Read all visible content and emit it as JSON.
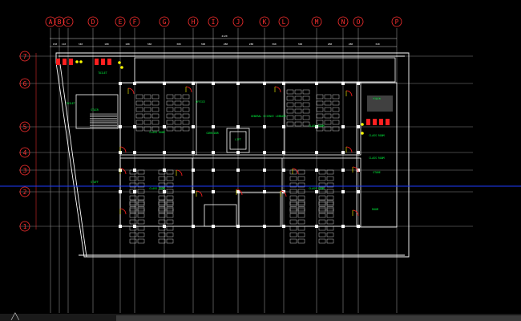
{
  "drawing": {
    "column_grid": [
      "A",
      "B",
      "C",
      "D",
      "E",
      "F",
      "G",
      "H",
      "I",
      "J",
      "K",
      "L",
      "M",
      "N",
      "O",
      "P"
    ],
    "row_grid": [
      "7",
      "6",
      "5",
      "4",
      "3",
      "2",
      "1"
    ],
    "overall_dimension": "4120",
    "segment_dimensions": [
      "150",
      "110",
      "340",
      "180",
      "180",
      "360",
      "300",
      "300",
      "280",
      "280",
      "360",
      "360",
      "280",
      "280",
      "340",
      "260"
    ],
    "room_labels": [
      "TOILET",
      "TOILET",
      "STAIR",
      "CLASS ROOM",
      "CLASS ROOM",
      "OFFICE",
      "GENERAL SCIENCE LIBRARY",
      "CORRIDOR",
      "LIFT",
      "CLASS ROOM",
      "CLASS ROOM",
      "STAFF",
      "CLASS ROOM",
      "CLASS ROOM",
      "STORE",
      "ROOM",
      "STAIR"
    ]
  },
  "colors": {
    "background": "#000000",
    "grid": "#8a8a8a",
    "grid_bubble": "#ff3030",
    "walls": "#ffffff",
    "doors": "#ff2020",
    "furniture": "#e0e0e0",
    "room_text": "#00ff40",
    "fixtures": "#ffff00",
    "crosshair": "#1e3cff"
  },
  "icons": {
    "ucs": "ucs-icon"
  }
}
